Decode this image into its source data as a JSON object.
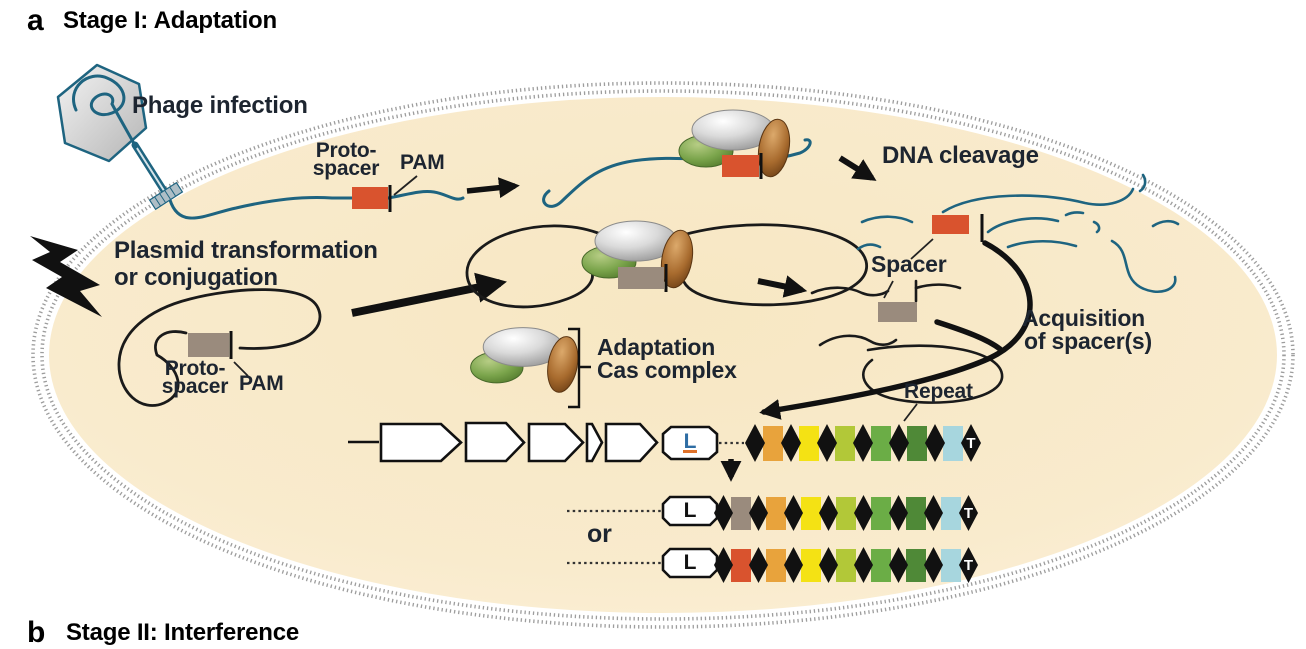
{
  "panel": {
    "letter": "a",
    "title": "Stage I: Adaptation"
  },
  "next_panel": {
    "letter": "b",
    "title": "Stage II: Interference"
  },
  "labels": {
    "phage_infection": "Phage infection",
    "protospacer": [
      "Proto-",
      "spacer"
    ],
    "pam": "PAM",
    "plasmid": [
      "Plasmid transformation",
      "or conjugation"
    ],
    "dna_cleavage": "DNA cleavage",
    "spacer": "Spacer",
    "acquisition": [
      "Acquisition",
      "of spacer(s)"
    ],
    "adaptation_complex": [
      "Adaptation",
      "Cas complex"
    ],
    "repeat": "Repeat",
    "or": "or",
    "leader": "L",
    "terminator": "T"
  },
  "palette": {
    "amber": "#E8A33C",
    "yellow": "#F4E214",
    "yellow_green": "#B2C838",
    "green": "#6BAD46",
    "dark_green": "#4F8937",
    "light_blue": "#A7D6DE",
    "phage_orange": "#D9532E",
    "plasmid_tan": "#9A8B7D",
    "repeat_black": "#111111",
    "dna_teal": "#1E6480",
    "dna_black": "#111111",
    "cell_fill": "#F9EACA",
    "membrane_gray": "#9D9D9D"
  },
  "arrays": {
    "shared_spacers": [
      "amber",
      "yellow",
      "yellow_green",
      "green",
      "dark_green",
      "light_blue"
    ],
    "initial": {
      "new_spacer": null
    },
    "option_plasmid": {
      "new_spacer": "plasmid_tan"
    },
    "option_phage": {
      "new_spacer": "phage_orange"
    }
  }
}
